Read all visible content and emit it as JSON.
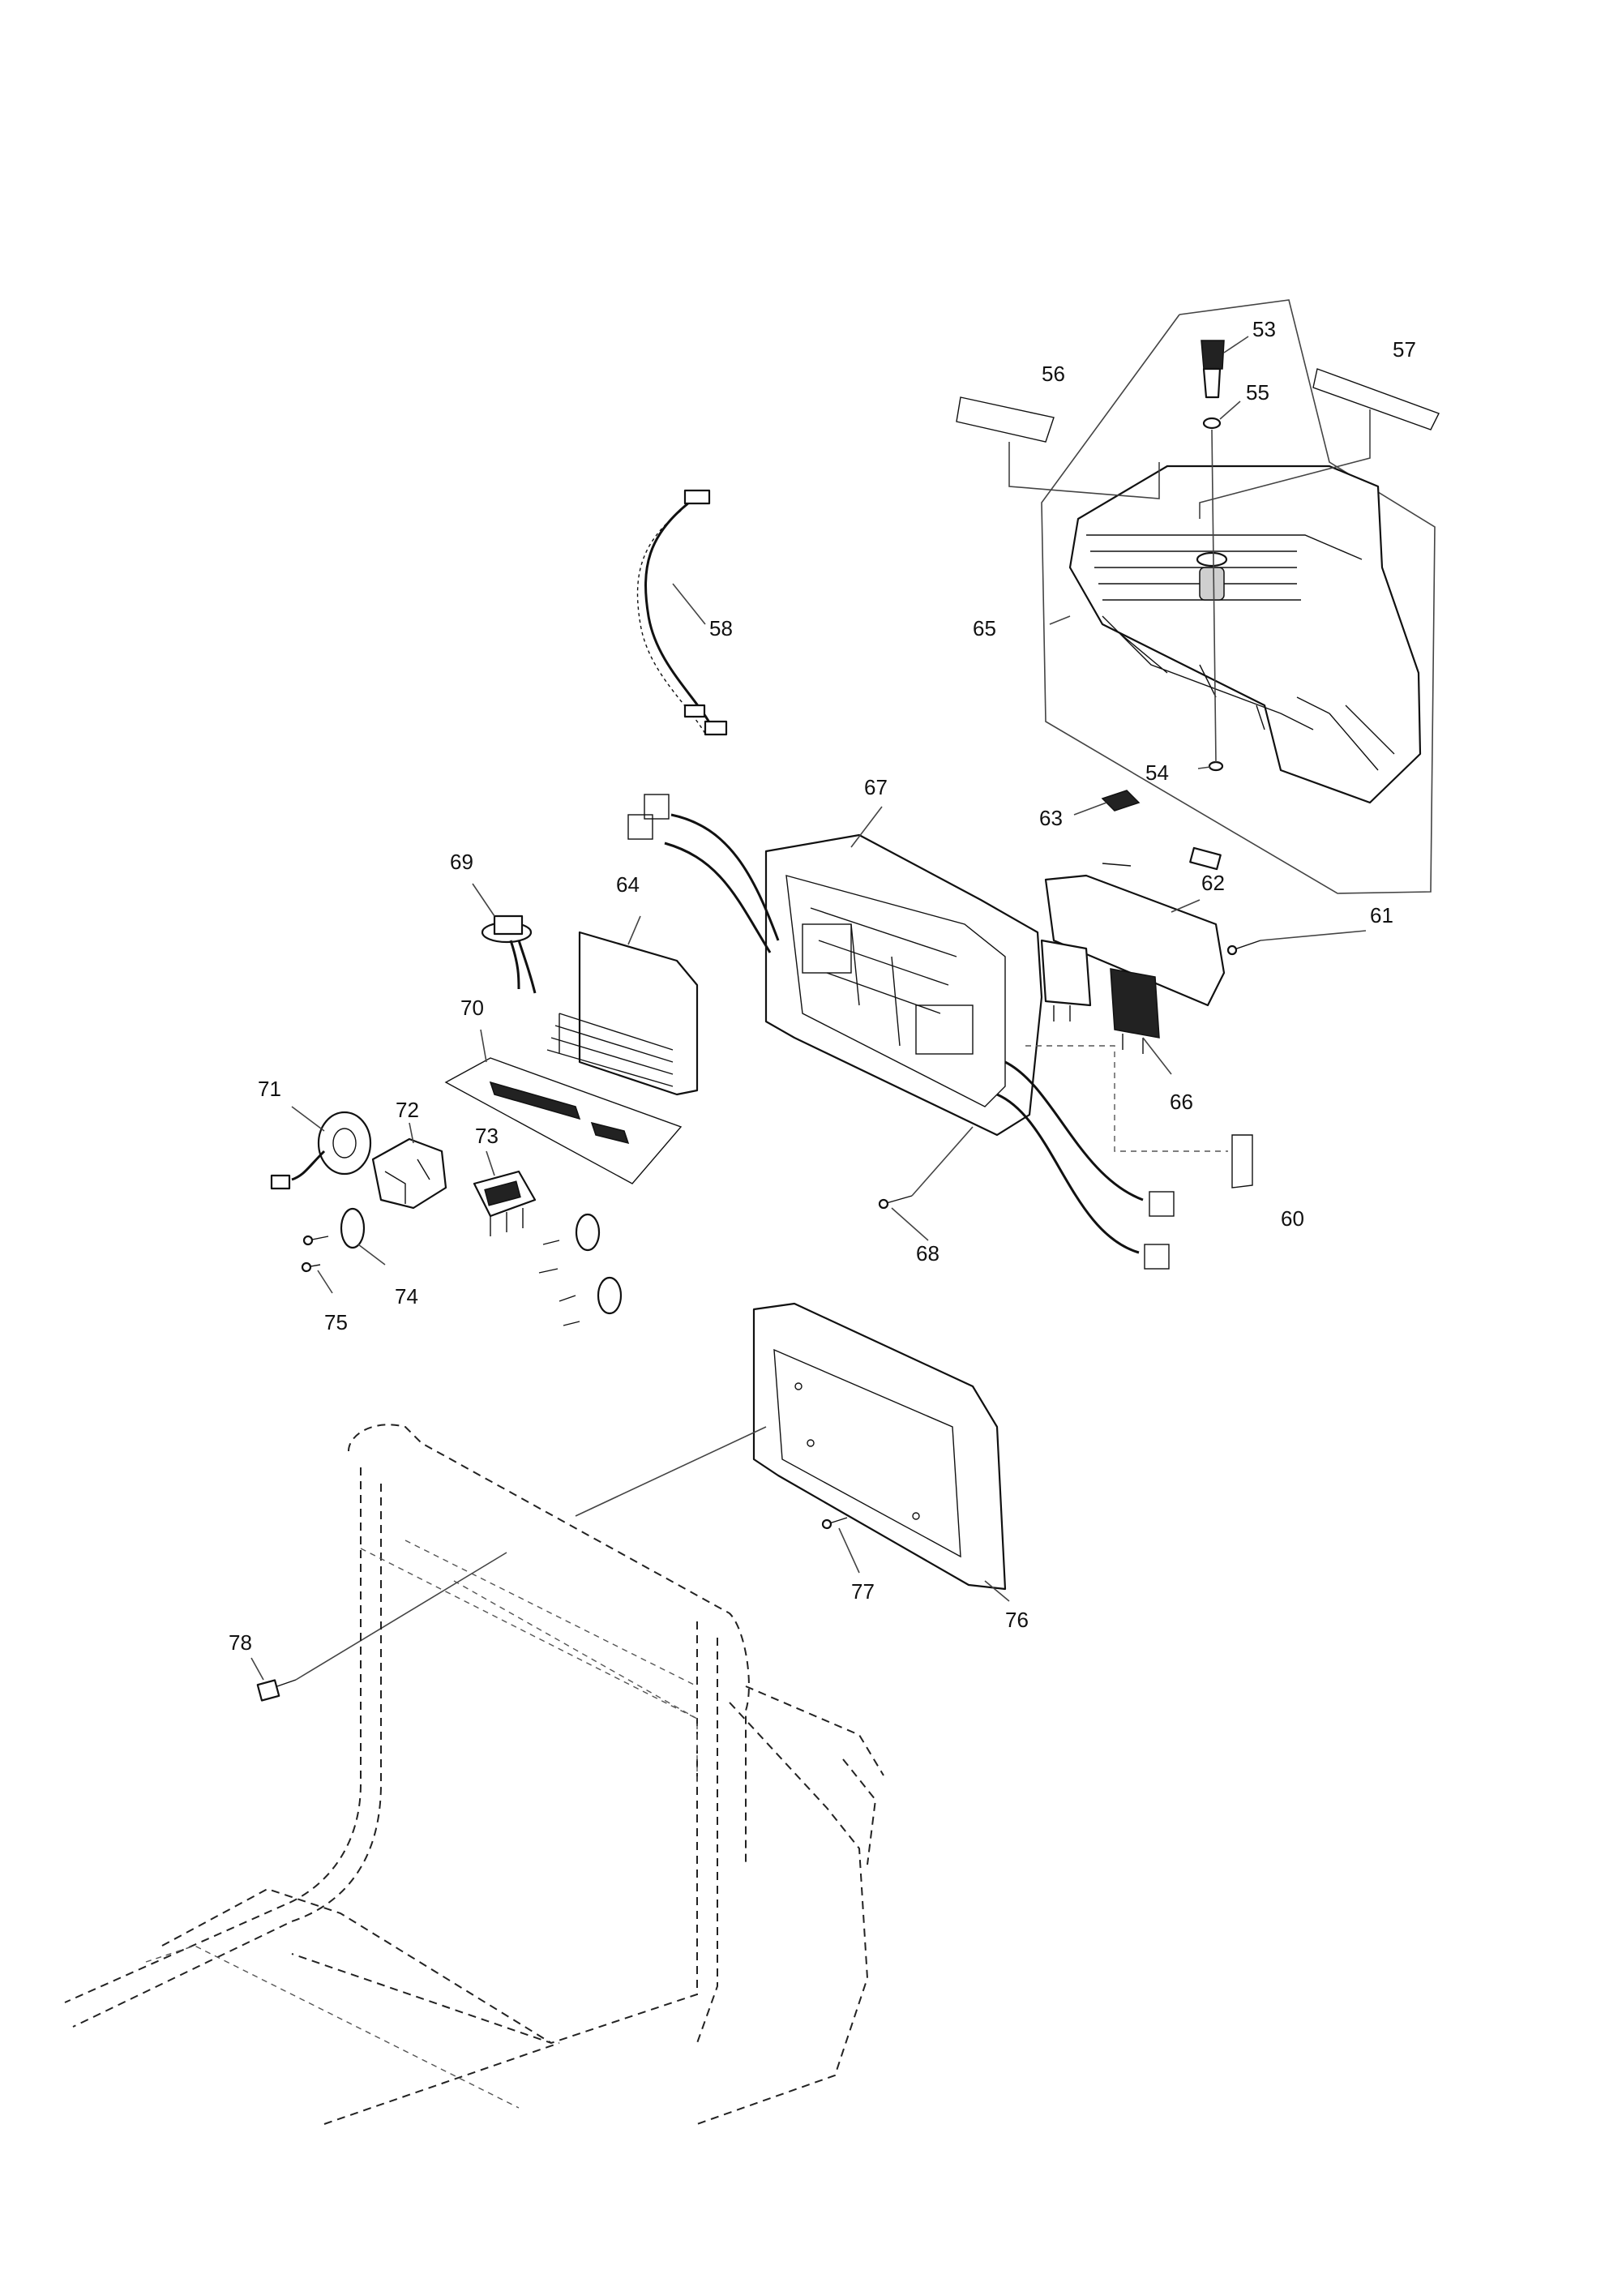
{
  "callouts": {
    "c53": "53",
    "c54": "54",
    "c55": "55",
    "c56": "56",
    "c57": "57",
    "c58": "58",
    "c60": "60",
    "c61": "61",
    "c62": "62",
    "c63": "63",
    "c64": "64",
    "c65": "65",
    "c66": "66",
    "c67": "67",
    "c68": "68",
    "c69": "69",
    "c70": "70",
    "c71": "71",
    "c72": "72",
    "c73": "73",
    "c74": "74",
    "c75": "75",
    "c76": "76",
    "c77": "77",
    "c78": "78"
  }
}
